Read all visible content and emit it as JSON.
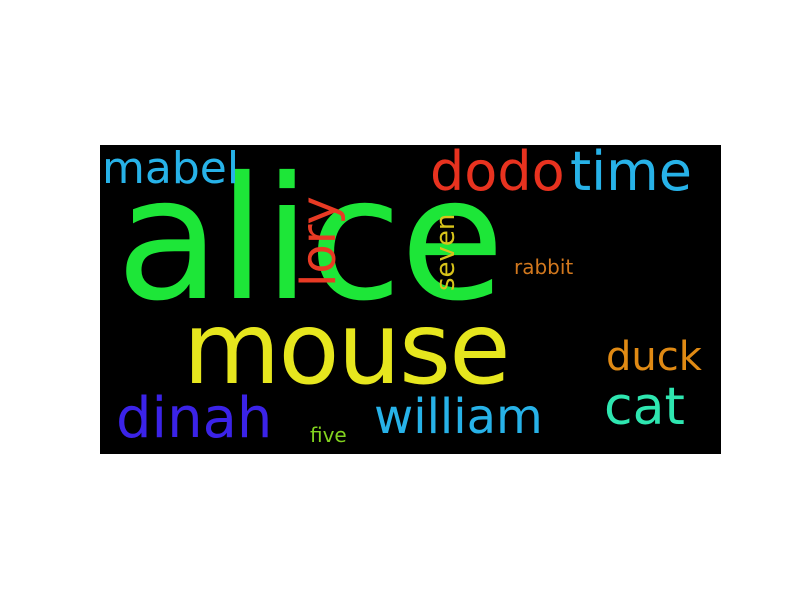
{
  "wordcloud": {
    "background": "#000000",
    "words": {
      "alice": {
        "text": "alice",
        "color": "#1de638"
      },
      "mouse": {
        "text": "mouse",
        "color": "#e6e61e"
      },
      "mabel": {
        "text": "mabel",
        "color": "#27b2e8"
      },
      "lory": {
        "text": "lory",
        "color": "#e83a24"
      },
      "dodo": {
        "text": "dodo",
        "color": "#e8321f"
      },
      "time": {
        "text": "time",
        "color": "#27b2e8"
      },
      "seven": {
        "text": "seven",
        "color": "#d8c41a"
      },
      "rabbit": {
        "text": "rabbit",
        "color": "#d2781e"
      },
      "duck": {
        "text": "duck",
        "color": "#e08a14"
      },
      "cat": {
        "text": "cat",
        "color": "#2ee6b0"
      },
      "william": {
        "text": "william",
        "color": "#27b2e8"
      },
      "dinah": {
        "text": "dinah",
        "color": "#3b23e8"
      },
      "five": {
        "text": "five",
        "color": "#82d21e"
      }
    }
  }
}
